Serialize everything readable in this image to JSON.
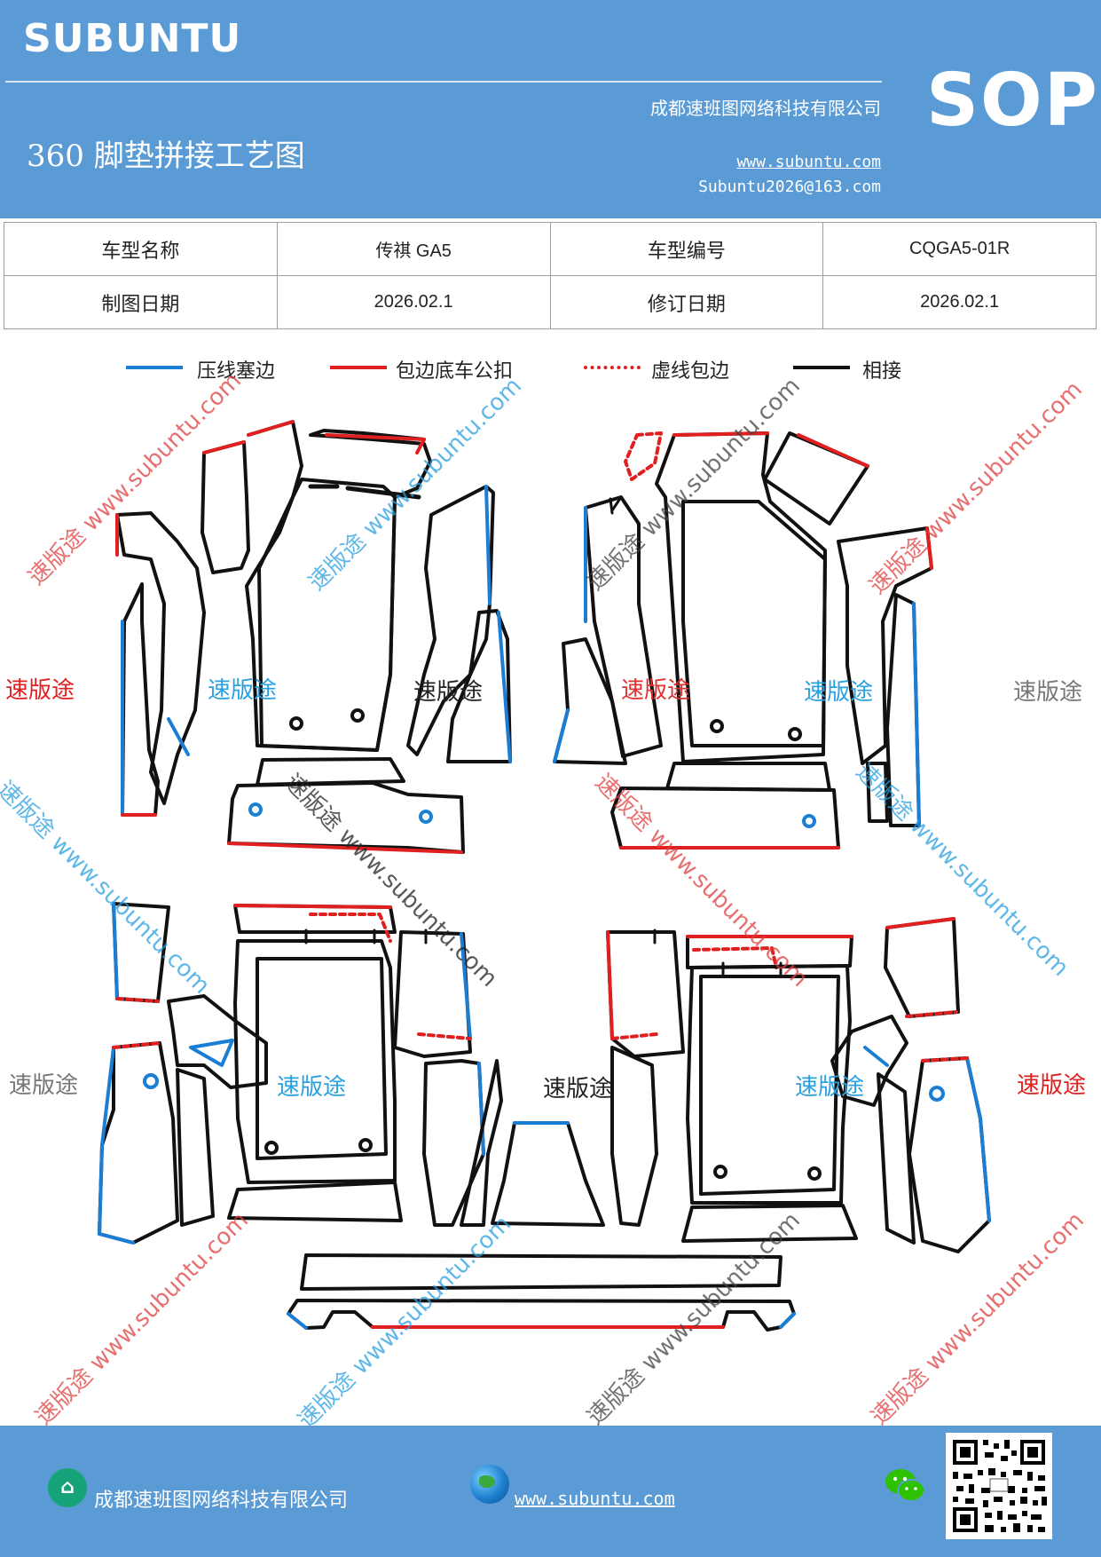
{
  "header": {
    "brand": "SUBUNTU",
    "company": "成都速班图网络科技有限公司",
    "title": "360 脚垫拼接工艺图",
    "website": "www.subuntu.com",
    "email": "Subuntu2026@163.com",
    "badge": "SOP"
  },
  "info_table": {
    "row1": {
      "label1": "车型名称",
      "value1": "传祺 GA5",
      "label2": "车型编号",
      "value2": "CQGA5-01R"
    },
    "row2": {
      "label1": "制图日期",
      "value1": "2026.02.1",
      "label2": "修订日期",
      "value2": "2026.02.1"
    }
  },
  "legend": [
    {
      "label": "压线塞边",
      "color": "#1a7fd4",
      "style": "solid"
    },
    {
      "label": "包边底车公扣",
      "color": "#e02020",
      "style": "solid"
    },
    {
      "label": "虚线包边",
      "color": "#e02020",
      "style": "dashed"
    },
    {
      "label": "相接",
      "color": "#111111",
      "style": "solid"
    }
  ],
  "watermarks": {
    "brand_cn": "速版途",
    "url": "www.subuntu.com",
    "diagonal": "速版途 www.subuntu.com"
  },
  "footer": {
    "company": "成都速班图网络科技有限公司",
    "website": "www.subuntu.com",
    "icons": [
      "home-icon",
      "globe-icon",
      "wechat-icon",
      "qr-code"
    ]
  }
}
